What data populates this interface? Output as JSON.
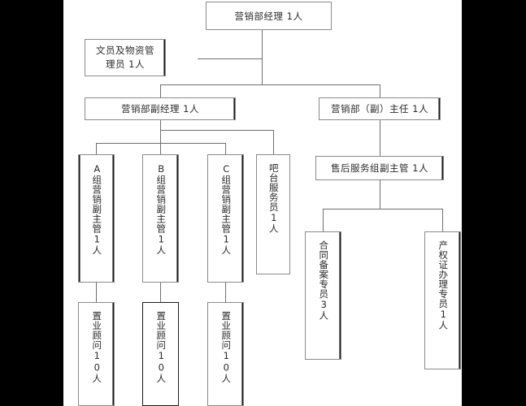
{
  "document": {
    "type": "organization-chart",
    "language": "zh-CN",
    "page_background": "#ffffff",
    "margin_band_color": "#000000",
    "line_color": "#6f6f6f"
  },
  "nodes": {
    "manager": {
      "label": "营销部经理  1人",
      "level": 1
    },
    "clerk": {
      "label": "文员及物资管理员 1人",
      "line1": "文员及物资管",
      "line2": "理员  1人",
      "level": 2
    },
    "deputy_manager": {
      "label": "营销部副经理   1人",
      "level": 3
    },
    "deputy_director": {
      "label": "营销部（副）主任   1人",
      "level": 3
    },
    "group_a": {
      "label": "A组营销副主管1人",
      "level": 4
    },
    "group_b": {
      "label": "B组营销副主管1人",
      "level": 4
    },
    "group_c": {
      "label": "C组营销副主管1人",
      "level": 4
    },
    "bar_staff": {
      "label": "吧台服务员1人",
      "level": 4
    },
    "after_sales": {
      "label": "售后服务组副主管   1人",
      "level": 4
    },
    "consultant_a": {
      "label": "置业顾问10人",
      "level": 5
    },
    "consultant_b": {
      "label": "置业顾问10人",
      "level": 5
    },
    "consultant_c": {
      "label": "置业顾问10人",
      "level": 5
    },
    "contract_filing": {
      "label": "合同备案专员3人",
      "level": 5
    },
    "title_deed": {
      "label": "产权证办理专员1人",
      "level": 5
    }
  }
}
